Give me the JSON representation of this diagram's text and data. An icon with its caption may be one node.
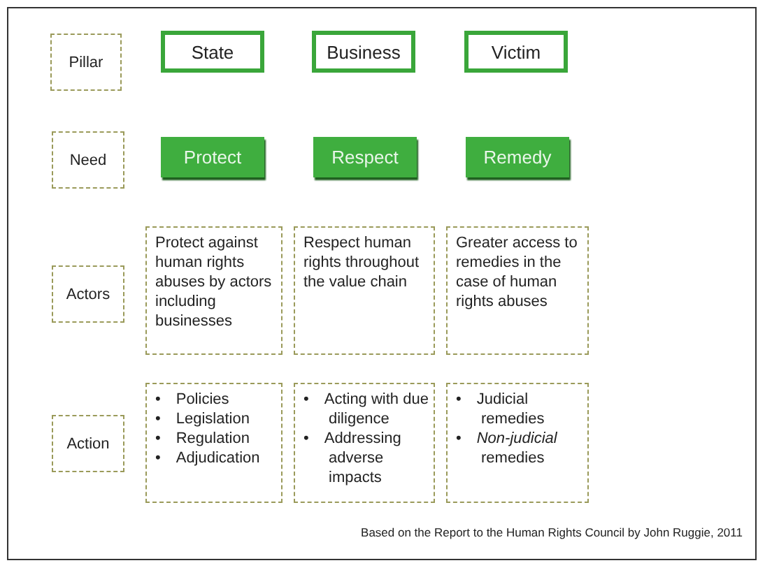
{
  "diagram": {
    "nodes": [
      {
        "text": [
          "Pillar"
        ]
      },
      {
        "text": [
          "State"
        ]
      },
      {
        "text": [
          "Business"
        ]
      },
      {
        "text": [
          "Victim"
        ]
      },
      {
        "text": [
          "Need"
        ]
      },
      {
        "text": [
          "Protect"
        ]
      },
      {
        "text": [
          "Respect"
        ]
      },
      {
        "text": [
          "Remedy"
        ]
      },
      {
        "text": [
          "Protect against human rights abuses by actors including businesses"
        ]
      },
      {
        "text": [
          "Respect human rights throughout the value chain"
        ]
      },
      {
        "text": [
          "Greater access to remedies in the case of human rights abuses"
        ]
      },
      {
        "text": [
          "Actors"
        ]
      },
      {
        "text": [
          "Action"
        ]
      },
      {
        "text": [
          "• Policies",
          "• Legislation",
          "• Regulation",
          "• Adjudication"
        ]
      },
      {
        "text": [
          "• Acting with due diligence",
          "• Addressing adverse impacts"
        ]
      },
      {
        "text": [
          "• Judicial remedies",
          "• *Non-judicial* remedies"
        ]
      }
    ],
    "labels": [
      "Based on the Report to the Human Rights Council by John Ruggie, 2011"
    ]
  }
}
